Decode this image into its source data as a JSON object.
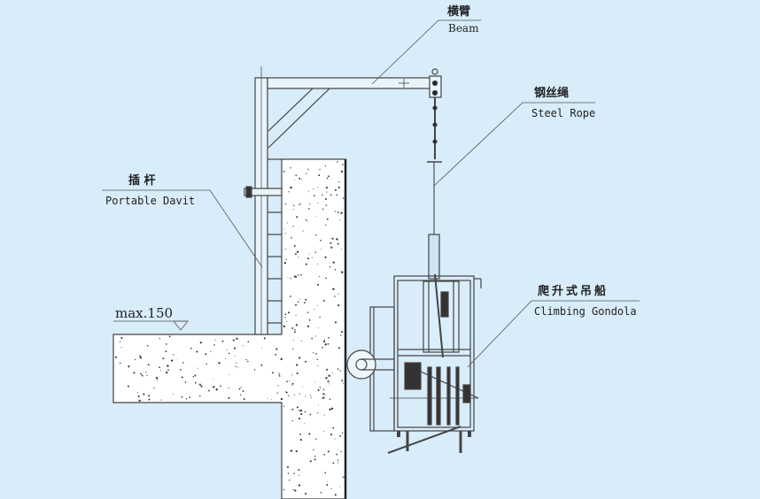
{
  "labels": {
    "beam": {
      "zh": "横臂",
      "en": "Beam"
    },
    "steel_rope": {
      "zh": "钢丝绳",
      "en": "Steel Rope"
    },
    "portable_davit": {
      "zh": "插 杆",
      "en": "Portable Davit"
    },
    "climbing_gondola": {
      "zh": "爬升式吊船",
      "en": "Climbing Gondola"
    },
    "max_dimension": "max.150"
  },
  "colors": {
    "background": "#d8ecfa",
    "line": "#333333",
    "concrete": "#ffffff"
  }
}
